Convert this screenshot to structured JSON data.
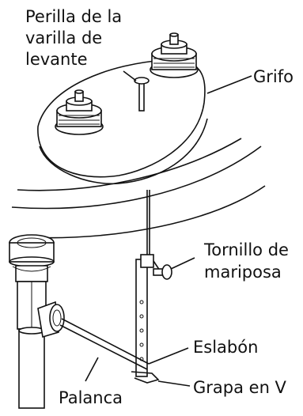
{
  "labels": {
    "lift_rod_knob": [
      "Perilla de la",
      "varilla de",
      "levante"
    ],
    "faucet": "Grifo",
    "thumb_screw": [
      "Tornillo de",
      "mariposa"
    ],
    "strap": "Eslabón",
    "lever": "Palanca",
    "v_clip": "Grapa en V"
  }
}
